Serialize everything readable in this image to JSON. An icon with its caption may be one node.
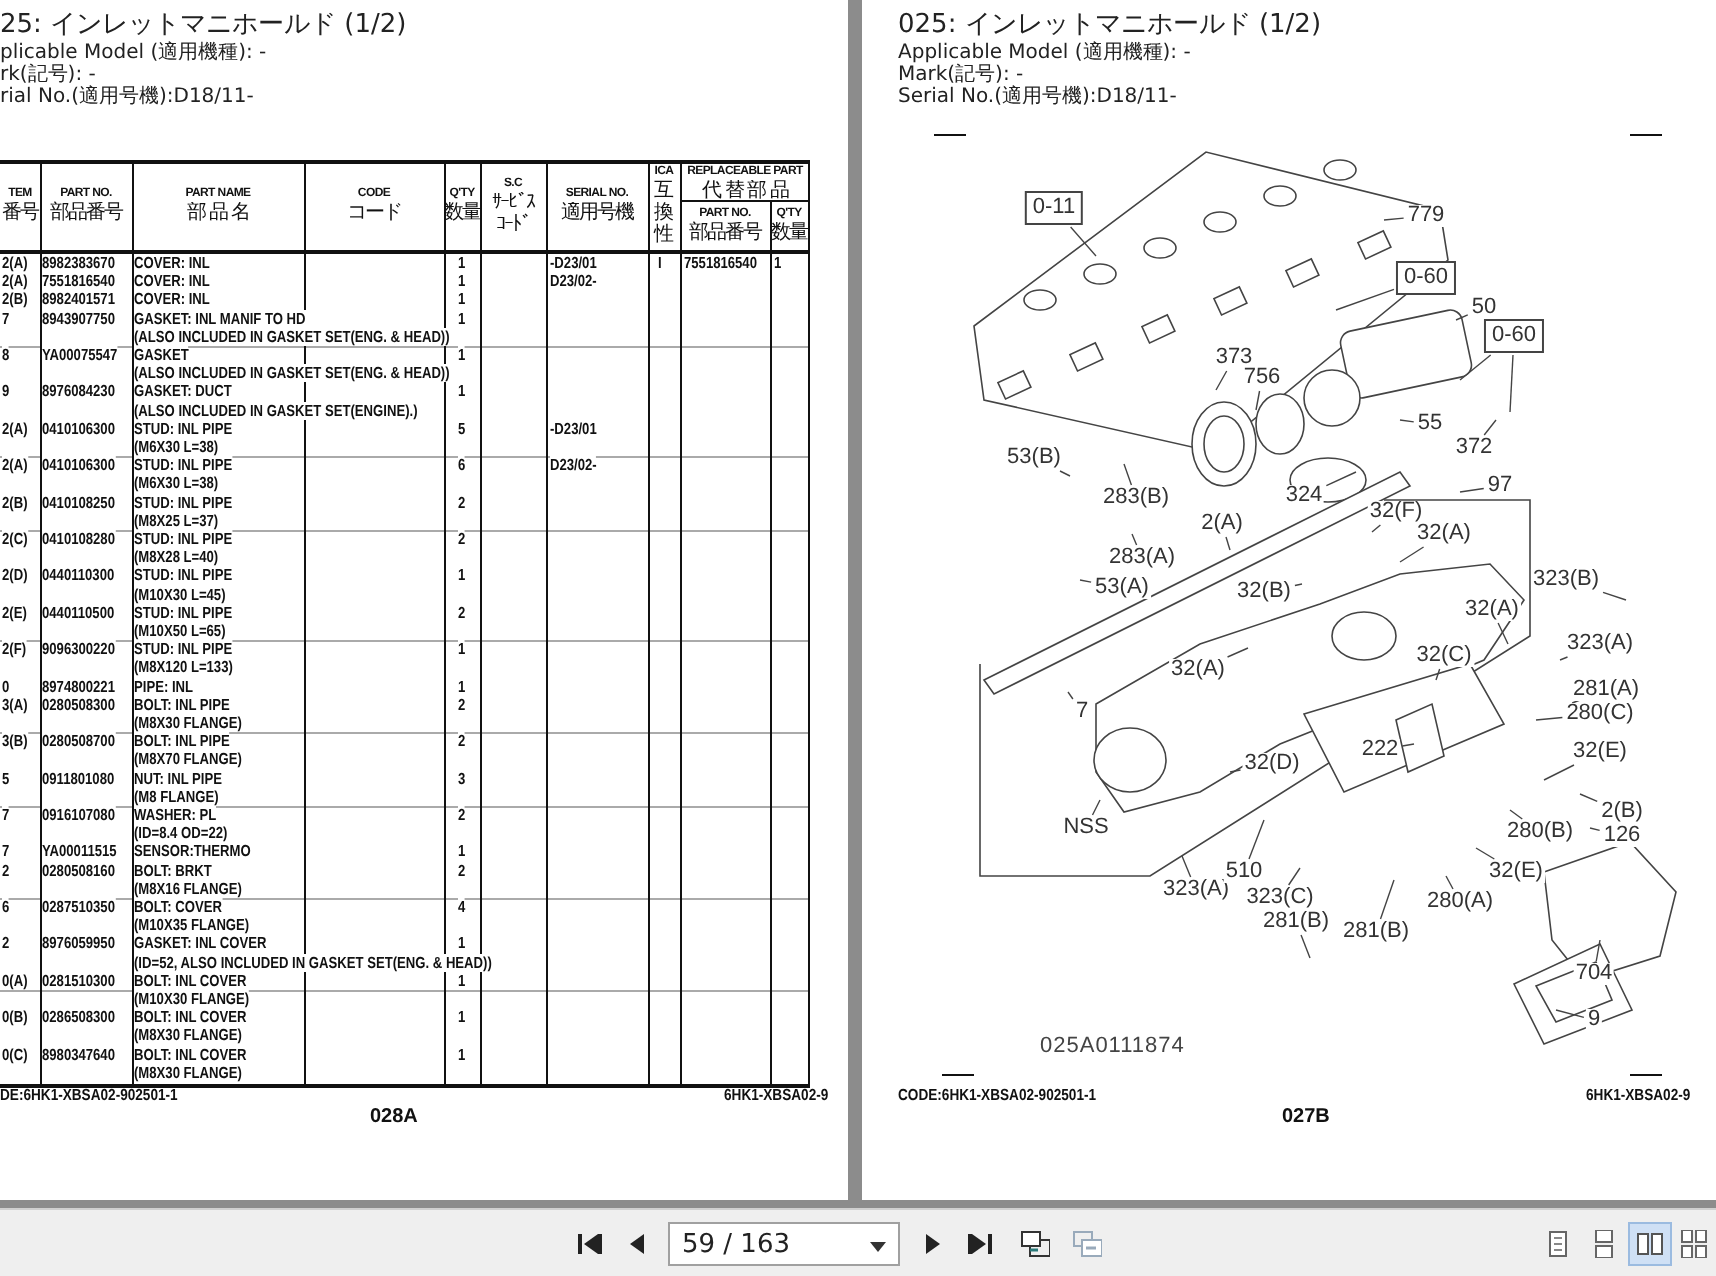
{
  "diagram": {
    "nodes": [
      {
        "text": [
          "0-11"
        ]
      },
      {
        "text": [
          "779"
        ]
      },
      {
        "text": [
          "0-60"
        ]
      },
      {
        "text": [
          "50"
        ]
      },
      {
        "text": [
          "0-60"
        ]
      },
      {
        "text": [
          "373"
        ]
      },
      {
        "text": [
          "756"
        ]
      },
      {
        "text": [
          "55"
        ]
      },
      {
        "text": [
          "372"
        ]
      },
      {
        "text": [
          "97"
        ]
      },
      {
        "text": [
          "53(B)"
        ]
      },
      {
        "text": [
          "283(B)"
        ]
      },
      {
        "text": [
          "324"
        ]
      },
      {
        "text": [
          "2(A)"
        ]
      },
      {
        "text": [
          "32(F)"
        ]
      },
      {
        "text": [
          "32(A)"
        ]
      },
      {
        "text": [
          "283(A)"
        ]
      },
      {
        "text": [
          "53(A)"
        ]
      },
      {
        "text": [
          "323(B)"
        ]
      },
      {
        "text": [
          "32(B)"
        ]
      },
      {
        "text": [
          "32(A)"
        ]
      },
      {
        "text": [
          "323(A)"
        ]
      },
      {
        "text": [
          "32(A)"
        ]
      },
      {
        "text": [
          "32(C)"
        ]
      },
      {
        "text": [
          "7"
        ]
      },
      {
        "text": [
          "281(A)"
        ]
      },
      {
        "text": [
          "280(C)"
        ]
      },
      {
        "text": [
          "222"
        ]
      },
      {
        "text": [
          "32(D)"
        ]
      },
      {
        "text": [
          "32(E)"
        ]
      },
      {
        "text": [
          "2(B)"
        ]
      },
      {
        "text": [
          "126"
        ]
      },
      {
        "text": [
          "280(B)"
        ]
      },
      {
        "text": [
          "NSS"
        ]
      },
      {
        "text": [
          "323(A)"
        ]
      },
      {
        "text": [
          "510"
        ]
      },
      {
        "text": [
          "323(C)"
        ]
      },
      {
        "text": [
          "32(E)"
        ]
      },
      {
        "text": [
          "280(A)"
        ]
      },
      {
        "text": [
          "281(B)"
        ]
      },
      {
        "text": [
          "281(B)"
        ]
      },
      {
        "text": [
          "704"
        ]
      },
      {
        "text": [
          "9"
        ]
      }
    ],
    "edges": [
      {
        "from": 0,
        "to": null,
        "arrow": "none"
      },
      {
        "from": 1,
        "to": null,
        "arrow": "none"
      },
      {
        "from": 2,
        "to": null,
        "arrow": "none"
      },
      {
        "from": 3,
        "to": null,
        "arrow": "none"
      },
      {
        "from": 4,
        "to": null,
        "arrow": "none"
      },
      {
        "from": 4,
        "to": null,
        "arrow": "none"
      },
      {
        "from": 5,
        "to": null,
        "arrow": "none"
      },
      {
        "from": 6,
        "to": null,
        "arrow": "none"
      },
      {
        "from": 7,
        "to": null,
        "arrow": "none"
      },
      {
        "from": 8,
        "to": null,
        "arrow": "none"
      },
      {
        "from": 9,
        "to": null,
        "arrow": "none"
      },
      {
        "from": 10,
        "to": null,
        "arrow": "none"
      },
      {
        "from": 11,
        "to": null,
        "arrow": "none"
      },
      {
        "from": 12,
        "to": null,
        "arrow": "none"
      },
      {
        "from": 13,
        "to": null,
        "arrow": "none"
      },
      {
        "from": 14,
        "to": null,
        "arrow": "none"
      },
      {
        "from": 15,
        "to": null,
        "arrow": "none"
      },
      {
        "from": 16,
        "to": null,
        "arrow": "none"
      },
      {
        "from": 17,
        "to": null,
        "arrow": "none"
      },
      {
        "from": 18,
        "to": null,
        "arrow": "none"
      },
      {
        "from": 19,
        "to": null,
        "arrow": "none"
      },
      {
        "from": 20,
        "to": null,
        "arrow": "none"
      },
      {
        "from": 21,
        "to": null,
        "arrow": "none"
      },
      {
        "from": 22,
        "to": null,
        "arrow": "none"
      },
      {
        "from": 23,
        "to": null,
        "arrow": "none"
      },
      {
        "from": 24,
        "to": null,
        "arrow": "none"
      },
      {
        "from": 25,
        "to": null,
        "arrow": "none"
      },
      {
        "from": 26,
        "to": null,
        "arrow": "none"
      },
      {
        "from": 27,
        "to": null,
        "arrow": "none"
      },
      {
        "from": 28,
        "to": null,
        "arrow": "none"
      },
      {
        "from": 29,
        "to": null,
        "arrow": "none"
      },
      {
        "from": 30,
        "to": null,
        "arrow": "none"
      },
      {
        "from": 31,
        "to": null,
        "arrow": "none"
      },
      {
        "from": 32,
        "to": null,
        "arrow": "none"
      },
      {
        "from": 33,
        "to": null,
        "arrow": "none"
      },
      {
        "from": 34,
        "to": null,
        "arrow": "none"
      },
      {
        "from": 35,
        "to": null,
        "arrow": "none"
      },
      {
        "from": 36,
        "to": null,
        "arrow": "none"
      },
      {
        "from": 37,
        "to": null,
        "arrow": "none"
      },
      {
        "from": 38,
        "to": null,
        "arrow": "none"
      },
      {
        "from": 39,
        "to": null,
        "arrow": "none"
      },
      {
        "from": 40,
        "to": null,
        "arrow": "none"
      },
      {
        "from": 41,
        "to": null,
        "arrow": "none"
      },
      {
        "from": 42,
        "to": null,
        "arrow": "none"
      }
    ],
    "labels": [
      "25: インレットマニホールド (1/2)",
      "plicable Model (適用機種): -",
      "rk(記号): -",
      "rial No.(適用号機):D18/11-",
      "TEM",
      "番号",
      "PART NO.",
      "部品番号",
      "PART NAME",
      "部 品 名",
      "CODE",
      "コード",
      "Q'TY",
      "数量",
      "S.C",
      "ｻｰﾋﾞｽ",
      "ｺｰﾄﾞ",
      "SERIAL NO.",
      "適用号機",
      "ICA",
      "互換性",
      "REPLACEABLE PART",
      "代 替 部 品",
      "PART NO.",
      "部品番号",
      "Q'TY",
      "数量",
      "2(A)",
      "8982383670",
      "COVER: INL",
      "1",
      "-D23/01",
      "I",
      "7551816540",
      "1",
      "2(A)",
      "7551816540",
      "COVER: INL",
      "1",
      "D23/02-",
      "2(B)",
      "8982401571",
      "COVER: INL",
      "1",
      "7",
      "8943907750",
      "GASKET: INL MANIF TO HD",
      "1",
      "(ALSO INCLUDED IN GASKET SET(ENG. & HEAD))",
      "8",
      "YA00075547",
      "GASKET",
      "1",
      "(ALSO INCLUDED IN GASKET SET(ENG. & HEAD))",
      "9",
      "8976084230",
      "GASKET: DUCT",
      "1",
      "(ALSO INCLUDED IN GASKET SET(ENGINE).)",
      "2(A)",
      "0410106300",
      "STUD: INL PIPE",
      "5",
      "-D23/01",
      "(M6X30 L=38)",
      "2(A)",
      "0410106300",
      "STUD: INL PIPE",
      "6",
      "D23/02-",
      "(M6X30 L=38)",
      "2(B)",
      "0410108250",
      "STUD: INL PIPE",
      "2",
      "(M8X25 L=37)",
      "2(C)",
      "0410108280",
      "STUD: INL PIPE",
      "2",
      "(M8X28 L=40)",
      "2(D)",
      "0440110300",
      "STUD: INL PIPE",
      "1",
      "(M10X30 L=45)",
      "2(E)",
      "0440110500",
      "STUD: INL PIPE",
      "2",
      "(M10X50 L=65)",
      "2(F)",
      "9096300220",
      "STUD: INL PIPE",
      "1",
      "(M8X120 L=133)",
      "0",
      "8974800221",
      "PIPE: INL",
      "1",
      "3(A)",
      "0280508300",
      "BOLT: INL PIPE",
      "2",
      "(M8X30 FLANGE)",
      "3(B)",
      "0280508700",
      "BOLT: INL PIPE",
      "2",
      "(M8X70 FLANGE)",
      "5",
      "0911801080",
      "NUT: INL PIPE",
      "3",
      "(M8 FLANGE)",
      "7",
      "0916107080",
      "WASHER: PL",
      "2",
      "(ID=8.4 OD=22)",
      "7",
      "YA00011515",
      "SENSOR:THERMO",
      "1",
      "2",
      "0280508160",
      "BOLT: BRKT",
      "2",
      "(M8X16 FLANGE)",
      "6",
      "0287510350",
      "BOLT: COVER",
      "4",
      "(M10X35 FLANGE)",
      "2",
      "8976059950",
      "GASKET: INL COVER",
      "1",
      "(ID=52, ALSO INCLUDED IN GASKET SET(ENG. & HEAD))",
      "0(A)",
      "0281510300",
      "BOLT: INL COVER",
      "1",
      "(M10X30 FLANGE)",
      "0(B)",
      "0286508300",
      "BOLT: INL COVER",
      "1",
      "(M8X30 FLANGE)",
      "0(C)",
      "8980347640",
      "BOLT: INL COVER",
      "1",
      "(M8X30 FLANGE)",
      "DE:6HK1-XBSA02-902501-1",
      "6HK1-XBSA02-9",
      "028A",
      "025: インレットマニホールド (1/2)",
      "Applicable Model (適用機種): -",
      "Mark(記号): -",
      "Serial No.(適用号機):D18/11-",
      "025A0111874",
      "CODE:6HK1-XBSA02-902501-1",
      "6HK1-XBSA02-9",
      "027B",
      "59 / 163"
    ]
  }
}
